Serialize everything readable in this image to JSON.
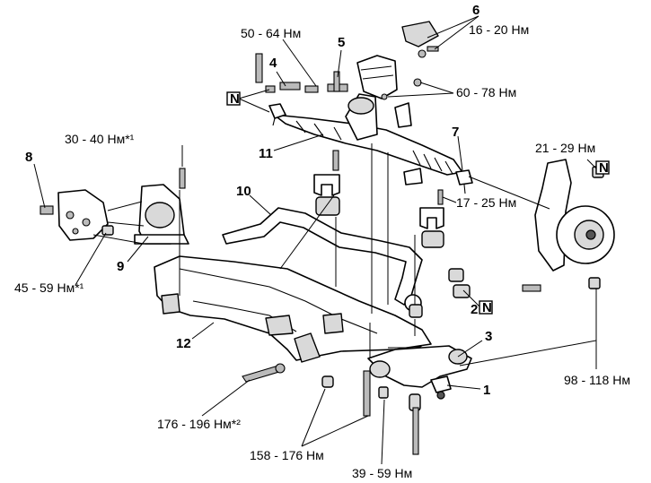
{
  "callouts": {
    "n1": "1",
    "n2": "2",
    "n3": "3",
    "n4": "4",
    "n5": "5",
    "n6": "6",
    "n7": "7",
    "n8": "8",
    "n9": "9",
    "n10": "10",
    "n11": "11",
    "n12": "12"
  },
  "torques": {
    "t_50_64": "50 - 64 Нм",
    "t_16_20": "16 - 20 Нм",
    "t_60_78": "60 - 78 Нм",
    "t_30_40": "30 - 40 Нм*¹",
    "t_21_29": "21 - 29 Нм",
    "t_17_25": "17 - 25 Нм",
    "t_45_59": "45 - 59 Нм*¹",
    "t_98_118": "98 - 118 Нм",
    "t_176_196": "176 - 196 Нм*²",
    "t_158_176": "158 - 176 Нм",
    "t_39_59": "39 - 59 Нм"
  },
  "symbols": {
    "new_part": "N"
  }
}
